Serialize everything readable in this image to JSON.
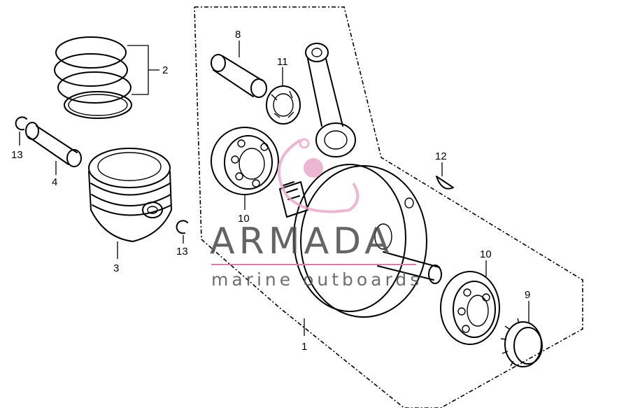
{
  "callouts": [
    {
      "id": "c2",
      "text": "2"
    },
    {
      "id": "c13a",
      "text": "13"
    },
    {
      "id": "c4",
      "text": "4"
    },
    {
      "id": "c3",
      "text": "3"
    },
    {
      "id": "c13b",
      "text": "13"
    },
    {
      "id": "c8",
      "text": "8"
    },
    {
      "id": "c11",
      "text": "11"
    },
    {
      "id": "c10a",
      "text": "10"
    },
    {
      "id": "c12",
      "text": "12"
    },
    {
      "id": "c10b",
      "text": "10"
    },
    {
      "id": "c9",
      "text": "9"
    },
    {
      "id": "c1",
      "text": "1"
    }
  ],
  "watermark": {
    "brand": "ARMADA",
    "tagline": "marine outboards",
    "accent_color": "#e8a7c6",
    "line_color": "#d77fa9"
  }
}
